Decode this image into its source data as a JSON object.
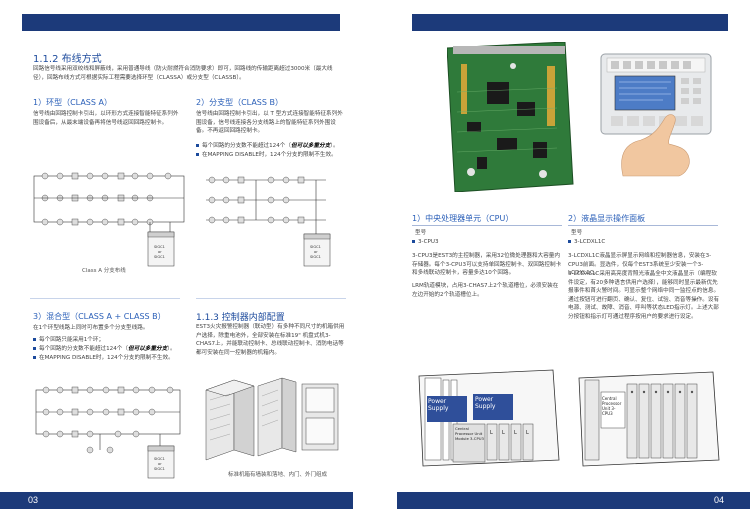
{
  "left": {
    "page_number": "03",
    "section_1_1_2": {
      "title": "1.1.2 布线方式",
      "intro": "回路信号线采用双绞线和屏蔽线，采用普通导线（防火耐燃符合消防要求）即可，回路线的传输距离超过3000米（最大线径），回路布线方式可根据实际工程需要选择环型（CLASSA）或分支型（CLASSB）。"
    },
    "class_a": {
      "title": "1）环型（CLASS A）",
      "text": "信号线由回路控制卡引出，以环形方式连接智能特征系列外围设备后，从最末端设备再将信号线返回回路控制卡。",
      "caption": "Class A 分支布线"
    },
    "class_b": {
      "title": "2）分支型（CLASS B）",
      "text": "信号线由回路控制卡引出，以 T 型方式连接智能特征系列外围设备，信号线连接各分支线路上的智能特征系列外围设备。不再返回回路控制卡。",
      "bullets": [
        {
          "pre": "每个回路的分支数不能超过124个（",
          "hl": "但可以多重分支",
          "post": "）。"
        },
        {
          "pre": "在MAPPING DISABLE时，124个分支的限制不生效。",
          "hl": "",
          "post": ""
        }
      ]
    },
    "mixed": {
      "title": "3）混合型（CLASS A + CLASS B）",
      "text": "在1个环型线路上同时可布置多个分支型线路。",
      "bullets": [
        {
          "pre": "每个回路只能采用1个环；",
          "hl": "",
          "post": ""
        },
        {
          "pre": "每个回路的分支数不能超过124个（",
          "hl": "但可以多重分支",
          "post": "）。"
        },
        {
          "pre": "在MAPPING DISABLE时，124个分支的限制不生效。",
          "hl": "",
          "post": ""
        }
      ]
    },
    "section_1_1_3": {
      "title": "1.1.3 控制器内部配置",
      "text": "EST3火灾报警控制器（联动型）有多种不同尺寸的机箱供用户选择，除重电池外，全部安装在标准19\" 机盘式机3-CHAS7上，并能联动控制卡、总线联动控制卡、消防电话等都可安装在同一控制器的机箱内。",
      "caption": "标准机箱有墙装和落地、内门、外门组成"
    },
    "diagram_labels": {
      "panel_a": "SIGC1\nor\nSIGC1",
      "panel_b": "SIGC1\nor\nSIGC1",
      "panel_c": "SIGC1\nor\nSIGC1"
    }
  },
  "right": {
    "page_number": "04",
    "cpu": {
      "title": "1）中央处理器单元（CPU）",
      "model_label": "型号",
      "model": "3-CPU3",
      "text1": "3-CPU3是EST3的主控制器，采用32位微处理器和大容量内存储器。每个3-CPU3可以支持单回路控制卡、双回路控制卡和多线联动控制卡，容量多达10个回路。",
      "text2": "LRM轨道模块，占用3-CHAS7上2个轨道槽位，必须安装在左边开始的2个轨道槽位上。"
    },
    "lcd": {
      "title": "2）液晶显示操作面板",
      "model_label": "型号",
      "model": "3-LCDXL1C",
      "text1": "3-LCDXL1C液晶显示屏显示网络和控制器信息，安装在3-CPU3前面。显选件，仅每个EST3系统至少安装一个3-LCDXL1C。",
      "text2": "3-LCDXL1C采用高亮度背照光液晶全中文液晶显示（编程软件设定，有20多种语言供用户选择），能够同时显示最新优先报事件和首火警时间。可显示整个网络中同一监控点的信息。通过按钮可进行翻页、确认、复位、试验、消音等操作。设有电源、测试、故障、消音、呼叫等状态LED指示灯。上述大部分按钮和指示灯可通过程序按用户的要求进行设定。"
    },
    "diagram_left": {
      "power_supply": "Power Supply",
      "power_supply2": "Power Supply",
      "cpu_label": "Central Processor Unit Module 3-CPU3",
      "slots": [
        "L",
        "L",
        "L",
        "L"
      ]
    },
    "diagram_right": {
      "cpu_label": "Central Processor Unit 3-CPU3"
    }
  },
  "colors": {
    "bar": "#1c3a7a",
    "heading": "#1c4a9c",
    "highlight": "#000000"
  }
}
